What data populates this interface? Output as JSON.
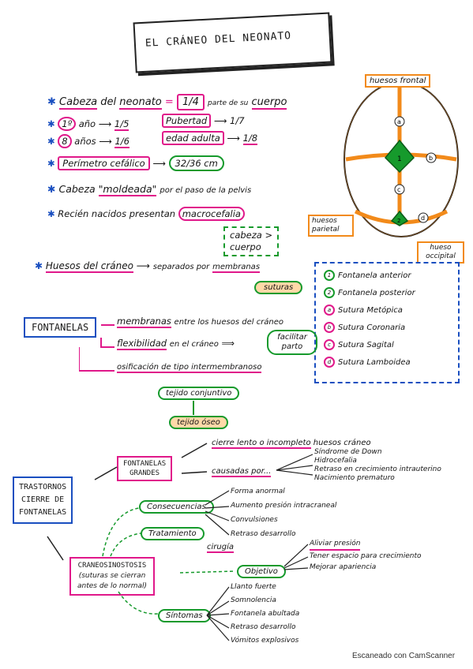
{
  "title": "EL CRÁNEO DEL NEONATO",
  "intro": {
    "line1_a": "Cabeza",
    "line1_b": "del",
    "line1_c": "neonato",
    "line1_eq": "=",
    "line1_frac": "1/4",
    "line1_d": "parte de su",
    "line1_e": "cuerpo",
    "year1_label": "1º",
    "year1_text": "año",
    "year1_value": "1/5",
    "puberty_label": "Pubertad",
    "puberty_value": "1/7",
    "year8_label": "8",
    "year8_text": "años",
    "year8_value": "1/6",
    "adult_label": "edad adulta",
    "adult_value": "1/8",
    "perimeter_label": "Perímetro cefálico",
    "perimeter_value": "32/36 cm",
    "molded_a": "Cabeza",
    "molded_b": "\"moldeada\"",
    "molded_c": "por el paso de la pelvis",
    "newborn_a": "Recién nacidos presentan",
    "newborn_b": "macrocefalia",
    "head_body_1": "cabeza >",
    "head_body_2": "cuerpo"
  },
  "skull": {
    "frontal_label": "huesos frontal",
    "parietal_label": "huesos parietal",
    "occipital_label": "hueso occipital",
    "markers": [
      "a",
      "b",
      "c",
      "d"
    ],
    "fontanel_1": "1",
    "fontanel_2": "2"
  },
  "bones": {
    "label": "Huesos del cráneo",
    "text": "separados por",
    "membranas": "membranas",
    "suturas": "suturas"
  },
  "legend": {
    "items": [
      {
        "mark": "1",
        "text": "Fontanela anterior"
      },
      {
        "mark": "2",
        "text": "Fontanela posterior"
      },
      {
        "mark": "a",
        "text": "Sutura Metópica"
      },
      {
        "mark": "b",
        "text": "Sutura Coronaria"
      },
      {
        "mark": "c",
        "text": "Sutura Sagital"
      },
      {
        "mark": "d",
        "text": "Sutura Lamboidea"
      }
    ]
  },
  "fontanelas": {
    "label": "FONTANELAS",
    "l1_a": "membranas",
    "l1_b": "entre los huesos del cráneo",
    "l2_a": "flexibilidad",
    "l2_b": "en el cráneo",
    "facilitar": "facilitar parto",
    "l3": "osificación de tipo intermembranoso",
    "tejido_conjuntivo": "tejido conjuntivo",
    "tejido_oseo": "tejido óseo"
  },
  "trastornos": {
    "label_1": "TRASTORNOS",
    "label_2": "CIERRE DE",
    "label_3": "FONTANELAS",
    "grandes_1": "FONTANELAS",
    "grandes_2": "GRANDES",
    "cierre": "cierre lento o incompleto",
    "cierre_b": "huesos cráneo",
    "causadas": "causadas por...",
    "causas": [
      "Síndrome de Down",
      "Hidrocefalia",
      "Retraso en crecimiento intrauterino",
      "Nacimiento prematuro"
    ],
    "consecuencias": "Consecuencias",
    "consecuencias_items": [
      "Forma anormal",
      "Aumento presión intracraneal",
      "Convulsiones",
      "Retraso desarrollo"
    ],
    "tratamiento": "Tratamiento",
    "cirugia": "cirugía",
    "craneo_label": "CRANEOSINOSTOSIS",
    "craneo_desc_1": "(suturas se cierran",
    "craneo_desc_2": "antes de lo normal)",
    "objetivo": "Objetivo",
    "objetivo_items": [
      "Aliviar presión",
      "Tener espacio para crecimiento",
      "Mejorar apariencia"
    ],
    "sintomas": "Síntomas",
    "sintomas_items": [
      "Llanto fuerte",
      "Somnolencia",
      "Fontanela abultada",
      "Retraso desarrollo",
      "Vómitos explosivos"
    ]
  },
  "footer": "Escaneado con CamScanner",
  "colors": {
    "pink": "#e0188a",
    "green": "#169a2c",
    "orange": "#f28a1a",
    "blue": "#1a4fc0"
  }
}
